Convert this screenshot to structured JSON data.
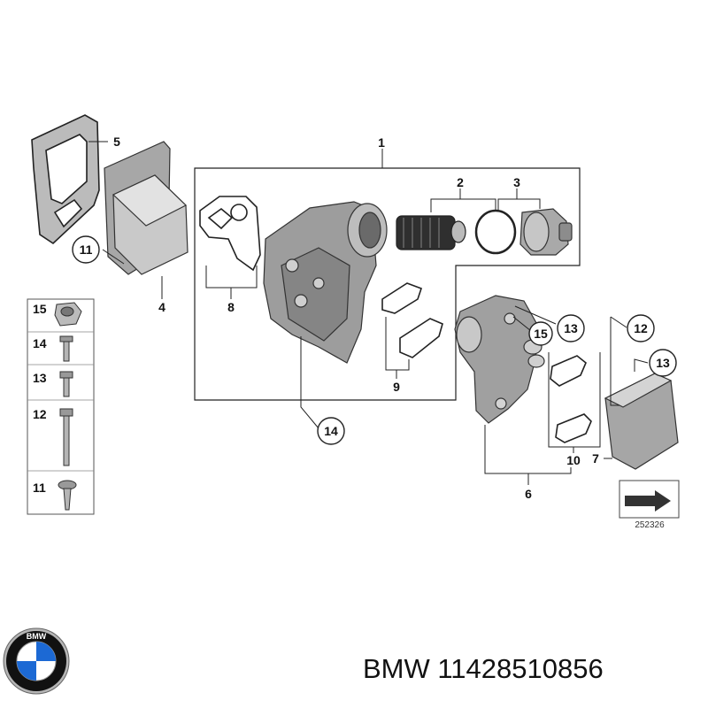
{
  "callouts": {
    "c1": "1",
    "c2": "2",
    "c3": "3",
    "c4": "4",
    "c5": "5",
    "c6": "6",
    "c7": "7",
    "c8": "8",
    "c9": "9",
    "c10": "10",
    "c11": "11",
    "c12": "12",
    "c13a": "13",
    "c13b": "13",
    "c14": "14",
    "c15": "15"
  },
  "legend": {
    "l15": "15",
    "l14": "14",
    "l13": "13",
    "l12": "12",
    "l11": "11"
  },
  "diagram_id": "252326",
  "caption": "BMW 11428510856",
  "logo": {
    "text": "BMW",
    "colors": {
      "blue": "#1c69d4",
      "white": "#ffffff",
      "black": "#111111",
      "silver": "#b5b5b5"
    }
  }
}
